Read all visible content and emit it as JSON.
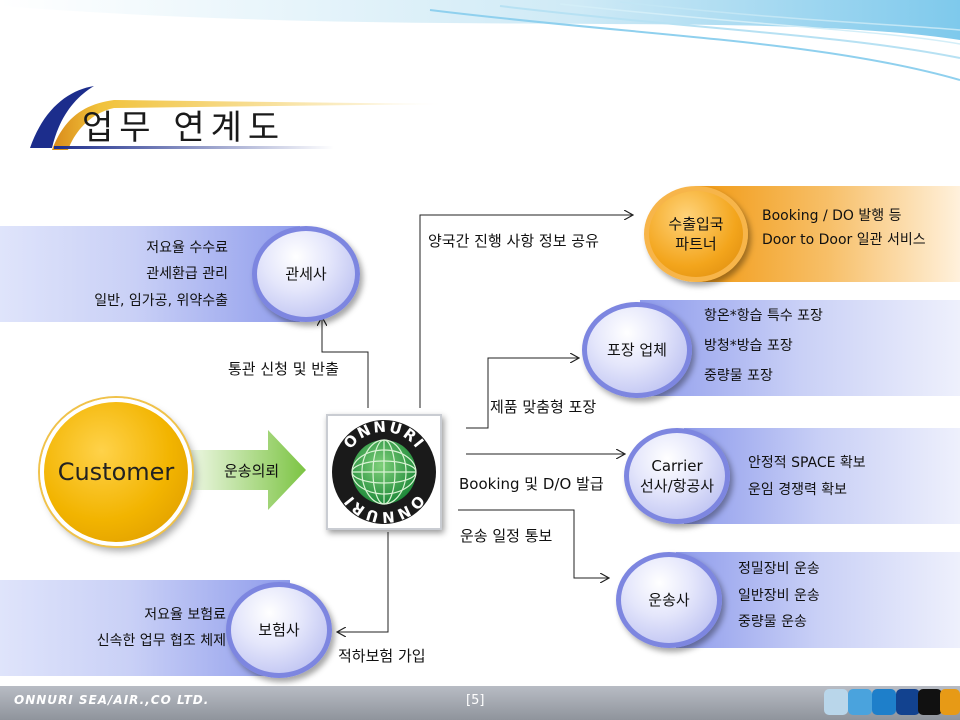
{
  "title": "업무 연계도",
  "customer": {
    "label": "Customer",
    "arrow_label": "운송의뢰"
  },
  "center_logo_text": "ONNURI",
  "customs": {
    "circle_label": "관세사",
    "items": [
      "저요율 수수료",
      "관세환급 관리",
      "일반, 임가공, 위약수출"
    ],
    "link_label": "통관 신청 및 반출"
  },
  "insurance": {
    "circle_label": "보험사",
    "items": [
      "저요율 보험료",
      "신속한 업무 협조 체제"
    ],
    "link_label": "적하보험 가입"
  },
  "partner": {
    "circle_label_1": "수출입국",
    "circle_label_2": "파트너",
    "items": [
      "Booking / DO 발행 등",
      "Door to Door 일관 서비스"
    ],
    "link_label": "양국간 진행 사항 정보 공유"
  },
  "packing": {
    "circle_label": "포장 업체",
    "items": [
      "항온*항습 특수 포장",
      "방청*방습 포장",
      "중량물 포장"
    ],
    "link_label": "제품 맞춤형 포장"
  },
  "carrier": {
    "circle_label_1": "Carrier",
    "circle_label_2": "선사/항공사",
    "items": [
      "안정적 SPACE 확보",
      "운임 경쟁력 확보"
    ],
    "link_label": "Booking 및 D/O 발급"
  },
  "transport": {
    "circle_label": "운송사",
    "items": [
      "정밀장비 운송",
      "일반장비 운송",
      "중량물 운송"
    ],
    "link_label": "운송 일정 통보"
  },
  "footer": {
    "company": "ONNURI SEA/AIR.,CO LTD.",
    "page": "[5]"
  },
  "colors": {
    "blue_accent": "#7d86e0",
    "orange_accent": "#f19a14",
    "customer_gold": "#f2b400",
    "green_arrow": "#8ccf50"
  }
}
